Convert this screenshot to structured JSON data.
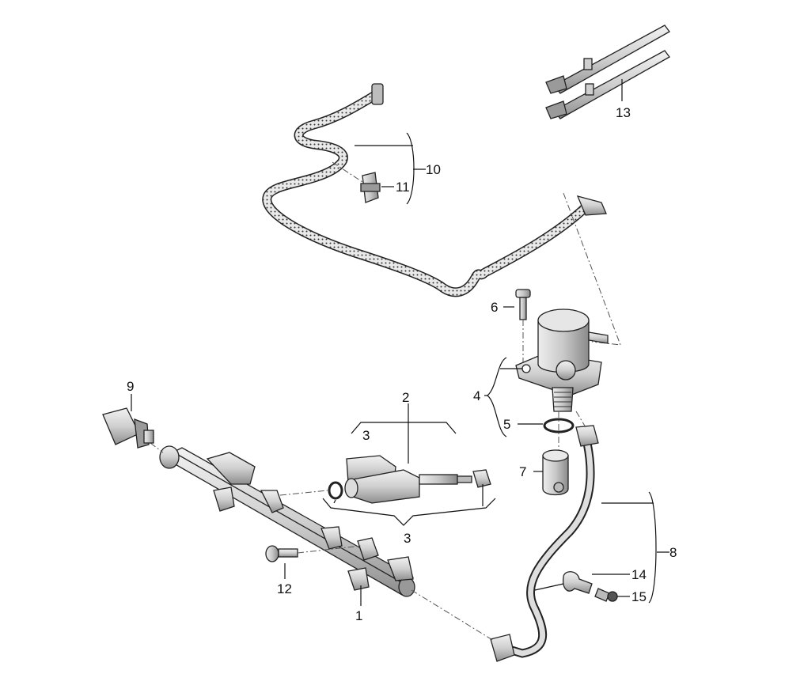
{
  "callouts": {
    "c1": "1",
    "c2": "2",
    "c3_top": "3",
    "c3_bottom": "3",
    "c4": "4",
    "c5": "5",
    "c6": "6",
    "c7": "7",
    "c8": "8",
    "c9": "9",
    "c10": "10",
    "c11": "11",
    "c12": "12",
    "c13": "13",
    "c14": "14",
    "c15": "15"
  },
  "colors": {
    "part_fill": "#d8d8d8",
    "part_dark": "#9a9a9a",
    "line": "#222222",
    "background": "#ffffff"
  }
}
